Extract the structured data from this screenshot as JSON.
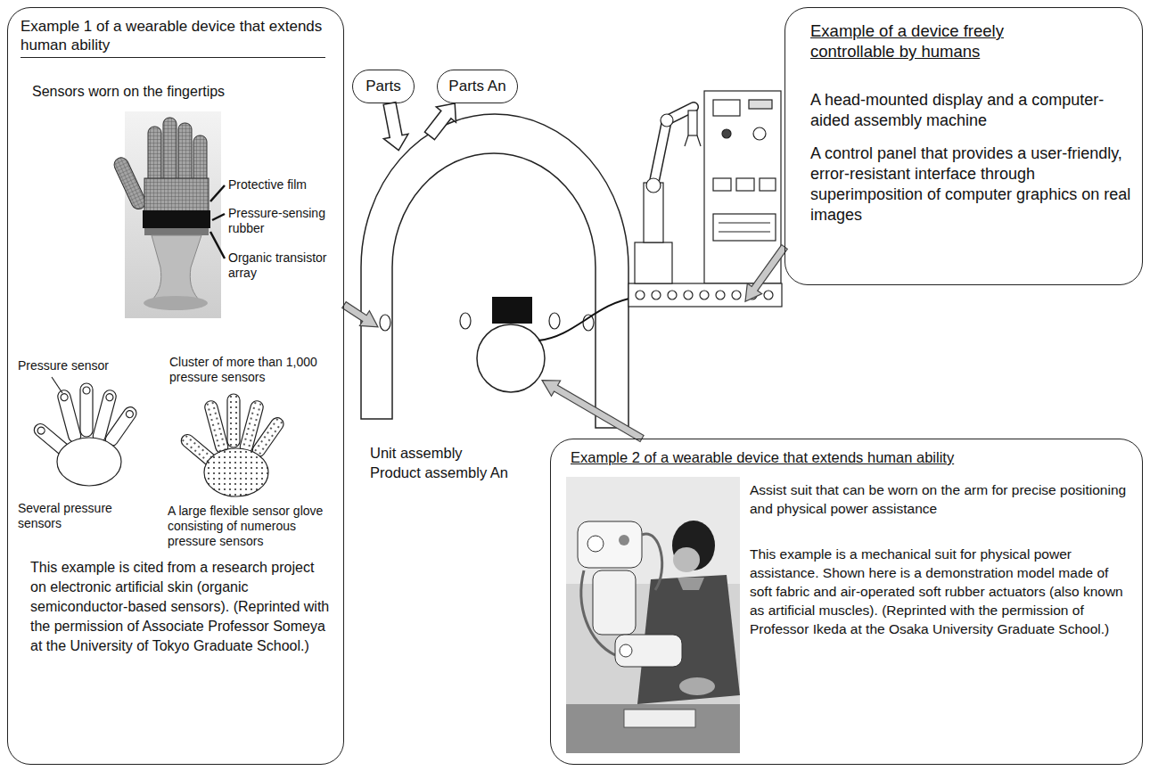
{
  "diagram": {
    "nodes": [
      {
        "text": [
          "Example 1 of a wearable device that extends human ability",
          "Sensors worn on the fingertips",
          "This example is cited from a research project on electronic artificial skin (organic semiconductor-based sensors). (Reprinted with the permission of Associate Professor Someya at the University of Tokyo Graduate School.)"
        ]
      },
      {
        "text": [
          "Parts"
        ]
      },
      {
        "text": [
          "Parts An"
        ]
      },
      {
        "text": [
          "Example of a device freely controllable by humans",
          "A head-mounted display and a computer-aided assembly machine",
          "A control panel that provides a user-friendly, error-resistant interface through superimposition of computer graphics on real images"
        ]
      },
      {
        "text": [
          "Unit assembly",
          "Product assembly An"
        ]
      },
      {
        "text": [
          "Example 2 of a wearable device that extends human ability",
          "Assist suit that can be worn on the arm for precise positioning and physical power assistance",
          "This example is a mechanical suit for physical power assistance. Shown here is a demonstration model made of soft fabric and air-operated soft rubber actuators (also known as artificial muscles). (Reprinted with the permission of Professor Ikeda at the Osaka University Graduate School.)"
        ]
      }
    ],
    "edges": [
      {
        "from": 1,
        "to": 4,
        "arrow": "to"
      },
      {
        "from": 4,
        "to": 2,
        "arrow": "to"
      },
      {
        "from": 0,
        "to": 4,
        "arrow": "to"
      },
      {
        "from": 3,
        "to": 4,
        "arrow": "to"
      },
      {
        "from": 5,
        "to": 4,
        "arrow": "to"
      }
    ],
    "labels": [
      "Protective film",
      "Pressure-sensing rubber",
      "Organic transistor array",
      "Pressure sensor",
      "Cluster of more than 1,000 pressure sensors",
      "Several pressure sensors",
      "A large flexible sensor glove consisting of numerous pressure sensors"
    ]
  }
}
